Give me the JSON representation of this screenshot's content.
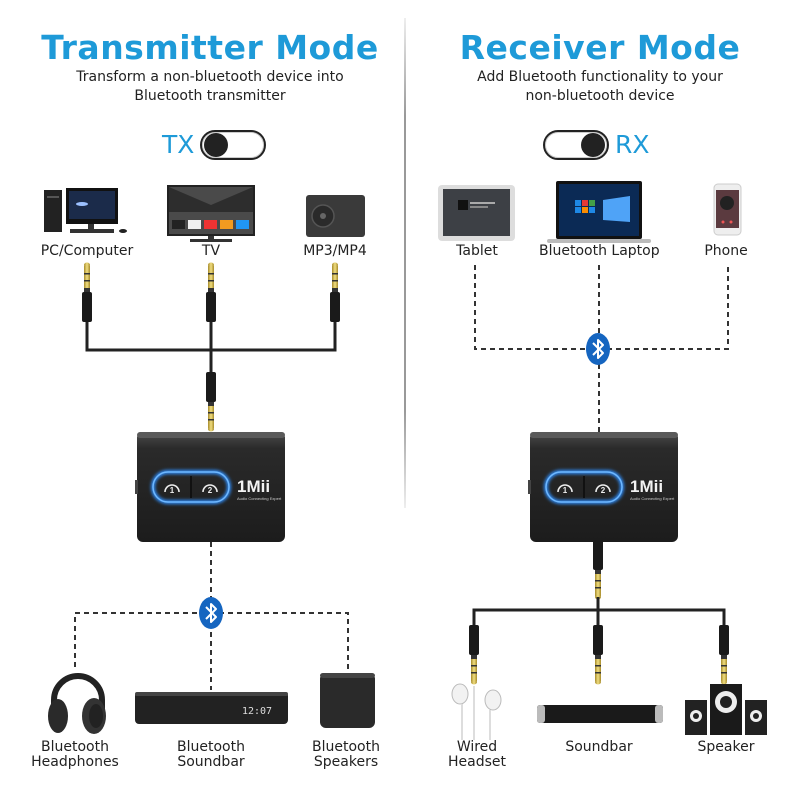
{
  "colors": {
    "accent": "#1e9ad8",
    "bluetooth": "#1565c0",
    "device_glow": "#2f8fff",
    "cable": "#222222",
    "plug_gold": "#d4b94a"
  },
  "transmitter": {
    "title": "Transmitter Mode",
    "subtitle_line1": "Transform a non-bluetooth device into",
    "subtitle_line2": "Bluetooth transmitter",
    "mode_label": "TX",
    "toggle_state": "left",
    "sources": [
      {
        "label": "PC/Computer",
        "icon": "desktop-computer-icon"
      },
      {
        "label": "TV",
        "icon": "tv-icon"
      },
      {
        "label": "MP3/MP4",
        "icon": "mp3-player-icon"
      }
    ],
    "device": {
      "brand": "1Mii",
      "tagline": "Audio Connecting Expert",
      "button1": "1",
      "button2": "2"
    },
    "outputs": [
      {
        "label_line1": "Bluetooth",
        "label_line2": "Headphones",
        "icon": "headphones-icon"
      },
      {
        "label_line1": "Bluetooth",
        "label_line2": "Soundbar",
        "icon": "soundbar-icon",
        "display": "12:07"
      },
      {
        "label_line1": "Bluetooth",
        "label_line2": "Speakers",
        "icon": "speaker-icon"
      }
    ]
  },
  "receiver": {
    "title": "Receiver Mode",
    "subtitle_line1": "Add Bluetooth functionality to your",
    "subtitle_line2": "non-bluetooth device",
    "mode_label": "RX",
    "toggle_state": "right",
    "sources": [
      {
        "label": "Tablet",
        "icon": "tablet-icon"
      },
      {
        "label": "Bluetooth Laptop",
        "icon": "laptop-icon"
      },
      {
        "label": "Phone",
        "icon": "phone-icon"
      }
    ],
    "device": {
      "brand": "1Mii",
      "tagline": "Audio Connecting Expert",
      "button1": "1",
      "button2": "2"
    },
    "outputs": [
      {
        "label_line1": "Wired",
        "label_line2": "Headset",
        "icon": "earphones-icon"
      },
      {
        "label_line1": "Soundbar",
        "label_line2": "",
        "icon": "soundbar-icon"
      },
      {
        "label_line1": "Speaker",
        "label_line2": "",
        "icon": "speaker-system-icon"
      }
    ]
  }
}
